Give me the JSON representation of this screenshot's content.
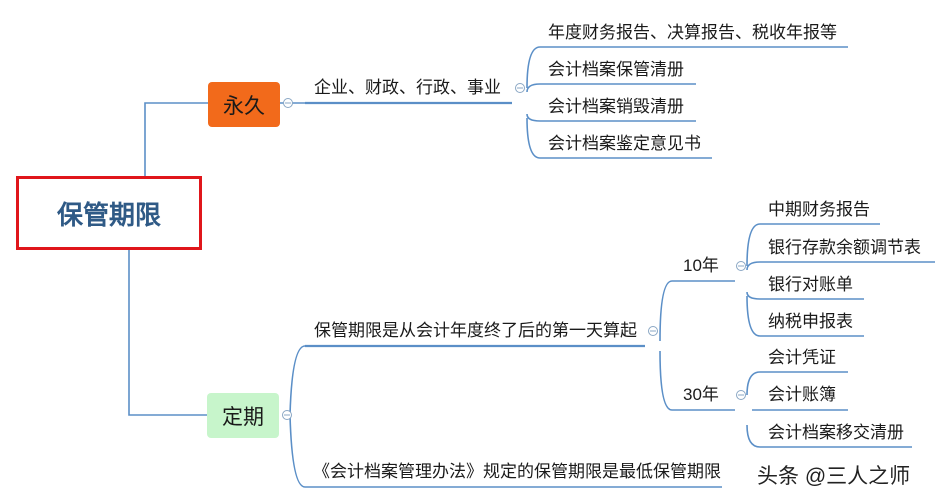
{
  "root": {
    "label": "保管期限"
  },
  "permanent": {
    "label": "永久",
    "branch": {
      "label": "企业、财政、行政、事业",
      "items": [
        "年度财务报告、决算报告、税收年报等",
        "会计档案保管清册",
        "会计档案销毁清册",
        "会计档案鉴定意见书"
      ]
    }
  },
  "fixed": {
    "label": "定期",
    "branch": {
      "label": "保管期限是从会计年度终了后的第一天算起",
      "ten_years": {
        "label": "10年",
        "items": [
          "中期财务报告",
          "银行存款余额调节表",
          "银行对账单",
          "纳税申报表"
        ]
      },
      "thirty_years": {
        "label": "30年",
        "items": [
          "会计凭证",
          "会计账簿",
          "会计档案移交清册"
        ]
      }
    },
    "note": "《会计档案管理办法》规定的保管期限是最低保管期限"
  },
  "watermark": "头条 @三人之师",
  "colors": {
    "line": "#5b8fc7",
    "root_border": "#e0161b",
    "root_text": "#2f5a86",
    "permanent_fill": "#f26a1b",
    "fixed_fill": "#c7f5cb"
  }
}
